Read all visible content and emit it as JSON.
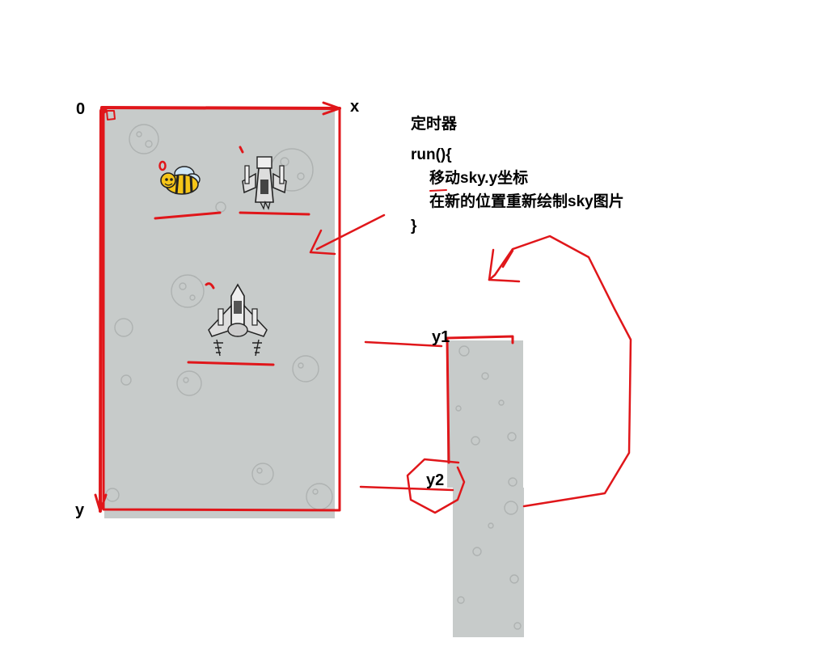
{
  "labels": {
    "origin": "0",
    "x_axis": "x",
    "y_axis": "y",
    "y1": "y1",
    "y2": "y2"
  },
  "code": {
    "title": "定时器",
    "line_run": "run(){",
    "line_move": "移动sky.y坐标",
    "line_redraw": "在新的位置重新绘制sky图片",
    "line_close": "}"
  },
  "colors": {
    "annotation": "#e0161a",
    "sky": "#c7cbca"
  },
  "icons": [
    "bee-icon",
    "enemy-airplane-icon",
    "hero-airplane-icon",
    "asteroid-icon"
  ]
}
